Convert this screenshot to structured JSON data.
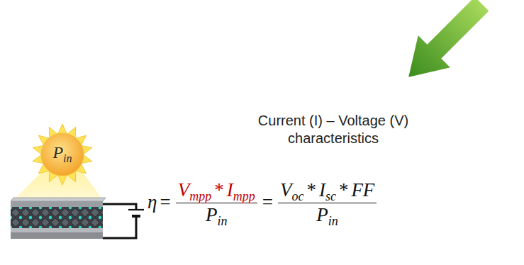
{
  "diagram": {
    "nodes": [
      {
        "text": [
          "P",
          "in"
        ]
      }
    ],
    "labels": [
      "Current (I) – Voltage (V) characteristics",
      "η",
      "=",
      "V",
      "mpp",
      "*",
      "I",
      "mpp",
      "P",
      "in",
      "=",
      "V",
      "oc",
      "*",
      "I",
      "sc",
      "*",
      "FF",
      "P",
      "in"
    ]
  }
}
